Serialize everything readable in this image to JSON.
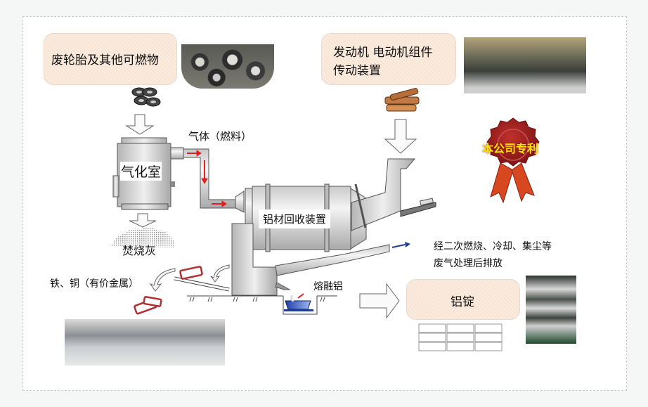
{
  "diagram": {
    "input_tires": {
      "label": "废轮胎及其他可燃物"
    },
    "input_engines": {
      "label_line1": "发动机  电动机组件",
      "label_line2": "传动装置"
    },
    "gas_fuel": {
      "label": "气体（燃料）"
    },
    "gasifier": {
      "label": "气化室"
    },
    "ash": {
      "label": "焚烧灰"
    },
    "recovery_unit": {
      "label": "铝材回收装置"
    },
    "patent_badge": {
      "label": "本公司专利"
    },
    "exhaust": {
      "label_line1": "经二次燃烧、冷却、集尘等",
      "label_line2": "废气处理后排放"
    },
    "valuable_metals": {
      "label": "铁、铜（有价金属）"
    },
    "molten_aluminum": {
      "label": "熔融铝"
    },
    "output_ingots": {
      "label": "铝锭"
    }
  },
  "colors": {
    "label_bg": "#f8e6d6",
    "flow_arrow_red": "#e02020",
    "exhaust_arrow_blue": "#1e3f8f",
    "badge_red": "#9e1c1c",
    "badge_text": "#ffe600",
    "metal_scrap_red": "#b03030",
    "molten_pot_blue": "#2a4fb8"
  }
}
